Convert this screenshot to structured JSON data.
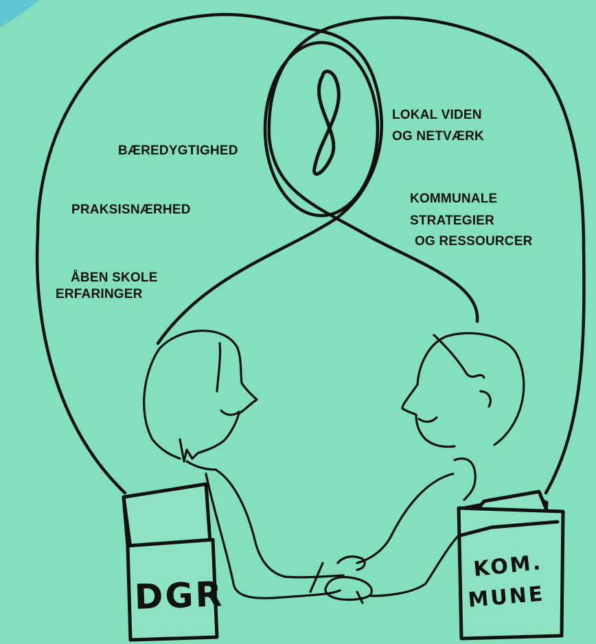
{
  "colors": {
    "background": "#84e0ba",
    "corner_accent": "#5ec7d2",
    "ink": "#0f1210",
    "sign_fill": "#8de3bf"
  },
  "labels_left": {
    "baeredygtighed": "BÆREDYGTIGHED",
    "praksisnaerhed": "PRAKSISNÆRHED",
    "aaben_skole_line1": "ÅBEN SKOLE",
    "aaben_skole_line2": "ERFARINGER"
  },
  "labels_right": {
    "lokal_line1": "LOKAL VIDEN",
    "lokal_line2": "OG NETVÆRK",
    "kommunale_line1": "KOMMUNALE",
    "kommunale_line2": "STRATEGIER",
    "kommunale_line3": "OG RESSOURCER"
  },
  "signs": {
    "left": "DGR",
    "right_line1": "KOM.",
    "right_line2": "MUNE"
  },
  "icons": {
    "center_symbol": "infinity-eight-icon"
  }
}
